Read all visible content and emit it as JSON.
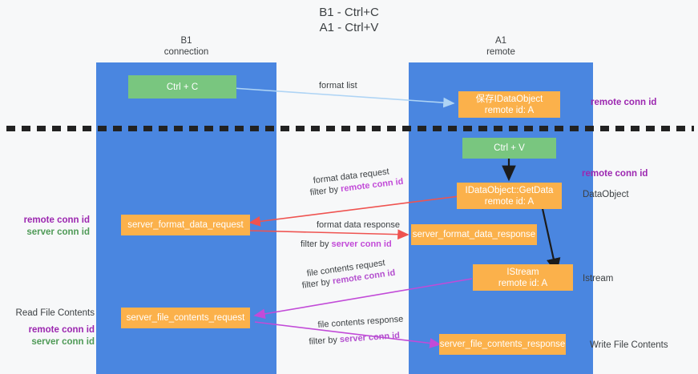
{
  "title": "B1 - Ctrl+C\nA1 - Ctrl+V",
  "columns": {
    "left": "B1\nconnection",
    "right": "A1\nremote"
  },
  "colors": {
    "lane": "#4a86e0",
    "green_node": "#79c67f",
    "orange_node": "#fbb14b",
    "purple_text": "#9c27b0",
    "green_text": "#4f9a57",
    "red_arrow": "#ef5350",
    "magenta_arrow": "#c24bd8",
    "light_blue_arrow": "#aed4f5",
    "black_arrow": "#1b1b1b",
    "background": "#f7f8f9"
  },
  "nodes": {
    "ctrl_c": "Ctrl + C",
    "save_idataobject": "保存IDataObject\nremote id: A",
    "ctrl_v": "Ctrl + V",
    "getdata": "IDataObject::GetData\nremote id: A",
    "server_format_data_request": "server_format_data_request",
    "server_format_data_response": "server_format_data_response",
    "istream": "IStream\nremote id: A",
    "server_file_contents_request": "server_file_contents_request",
    "server_file_contents_response": "server_file_contents_response"
  },
  "edges": {
    "format_list": "format list",
    "format_data_request": "format data request",
    "format_data_request_filter_prefix": "filter by ",
    "format_data_request_filter_key": "remote conn id",
    "format_data_response": "format data response",
    "format_data_response_filter_prefix": "filter by ",
    "format_data_response_filter_key": "server conn id",
    "file_contents_request": "file contents request",
    "file_contents_request_filter_prefix": "filter by ",
    "file_contents_request_filter_key": "remote conn id",
    "file_contents_response": "file contents response",
    "file_contents_response_filter_prefix": "filter by ",
    "file_contents_response_filter_key": "server conn id"
  },
  "annotations": {
    "right_remote_conn_id_top": "remote conn id",
    "right_remote_conn_id_mid": "remote conn id",
    "right_dataobject": "DataObject",
    "right_istream": "Istream",
    "right_write_file_contents": "Write File Contents",
    "left_remote_conn_id": "remote conn id",
    "left_server_conn_id": "server conn id",
    "left_read_file_contents": "Read File Contents",
    "left_remote_conn_id_2": "remote conn id",
    "left_server_conn_id_2": "server conn id"
  }
}
